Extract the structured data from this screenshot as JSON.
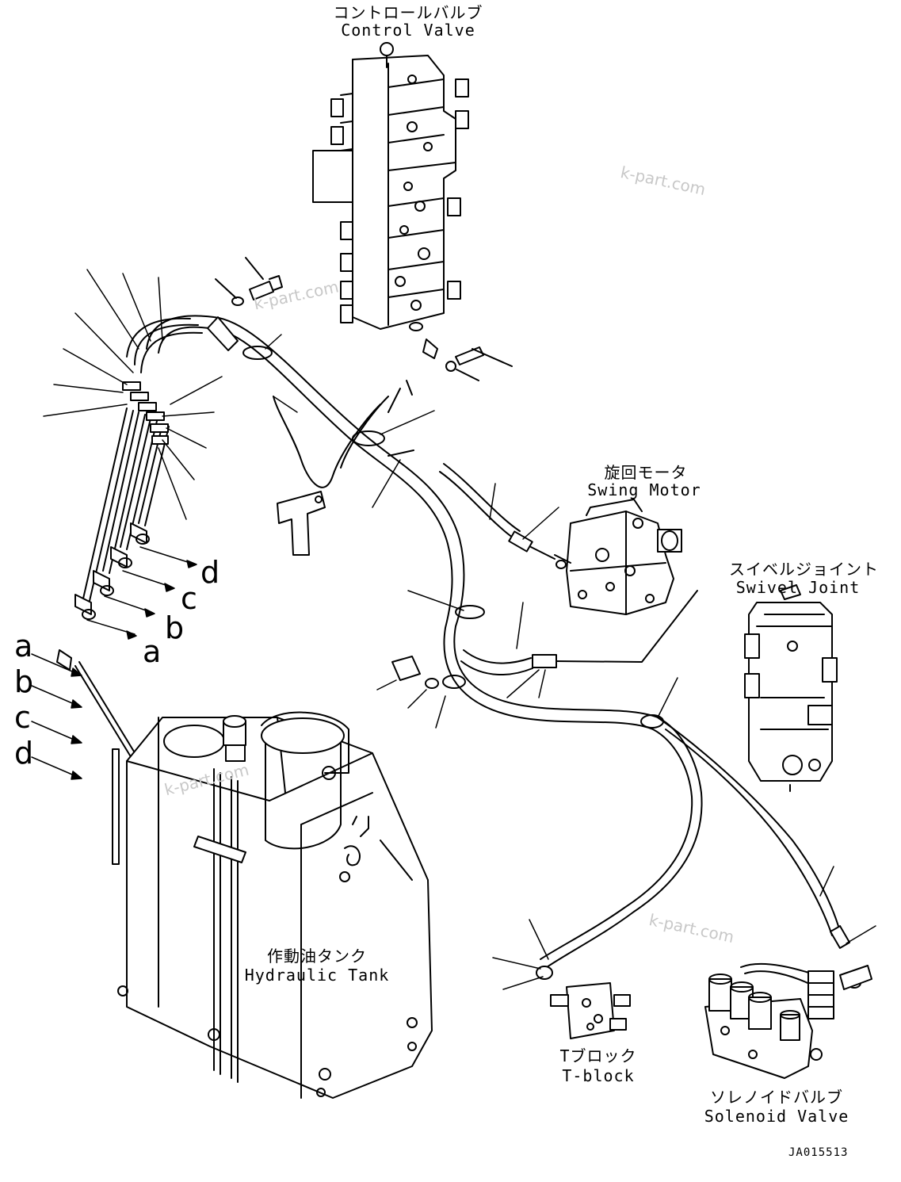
{
  "components": {
    "control_valve": {
      "jp": "コントロールバルブ",
      "en": "Control Valve"
    },
    "swing_motor": {
      "jp": "旋回モータ",
      "en": "Swing Motor"
    },
    "swivel_joint": {
      "jp": "スイベルジョイント",
      "en": "Swivel Joint"
    },
    "hydraulic_tank": {
      "jp": "作動油タンク",
      "en": "Hydraulic Tank"
    },
    "t_block": {
      "jp": "Tブロック",
      "en": "T-block"
    },
    "solenoid_valve": {
      "jp": "ソレノイドバルブ",
      "en": "Solenoid Valve"
    }
  },
  "connection_marks": {
    "left": [
      "a",
      "b",
      "c",
      "d"
    ],
    "right": [
      "d",
      "c",
      "b",
      "a"
    ]
  },
  "watermarks": [
    "k-part.com",
    "k-part.com",
    "k-part.com",
    "k-part.com"
  ],
  "drawing_code": "JA015513"
}
